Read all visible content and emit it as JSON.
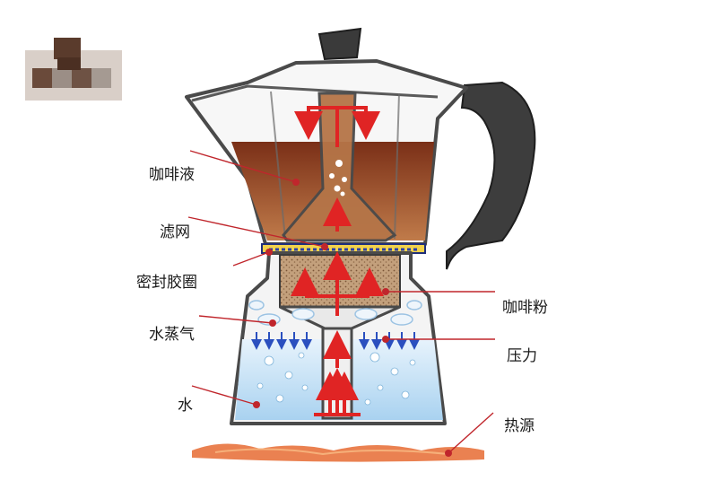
{
  "labels": {
    "coffee_liquid": "咖啡液",
    "filter_screen": "滤网",
    "gasket": "密封胶圈",
    "steam": "水蒸气",
    "water": "水",
    "coffee_grounds": "咖啡粉",
    "pressure": "压力",
    "heat_source": "热源"
  },
  "colors": {
    "coffee": "#8a3f22",
    "grounds": "#b7926f",
    "water": "#c7e3f6",
    "arrow": "#e02424",
    "pressure_arrow": "#2a4fbf",
    "leader": "#c0262c",
    "metal": "#4a4a4a",
    "flame": "#e0683a"
  },
  "logo": {
    "type": "pixelated-brand-logo"
  }
}
